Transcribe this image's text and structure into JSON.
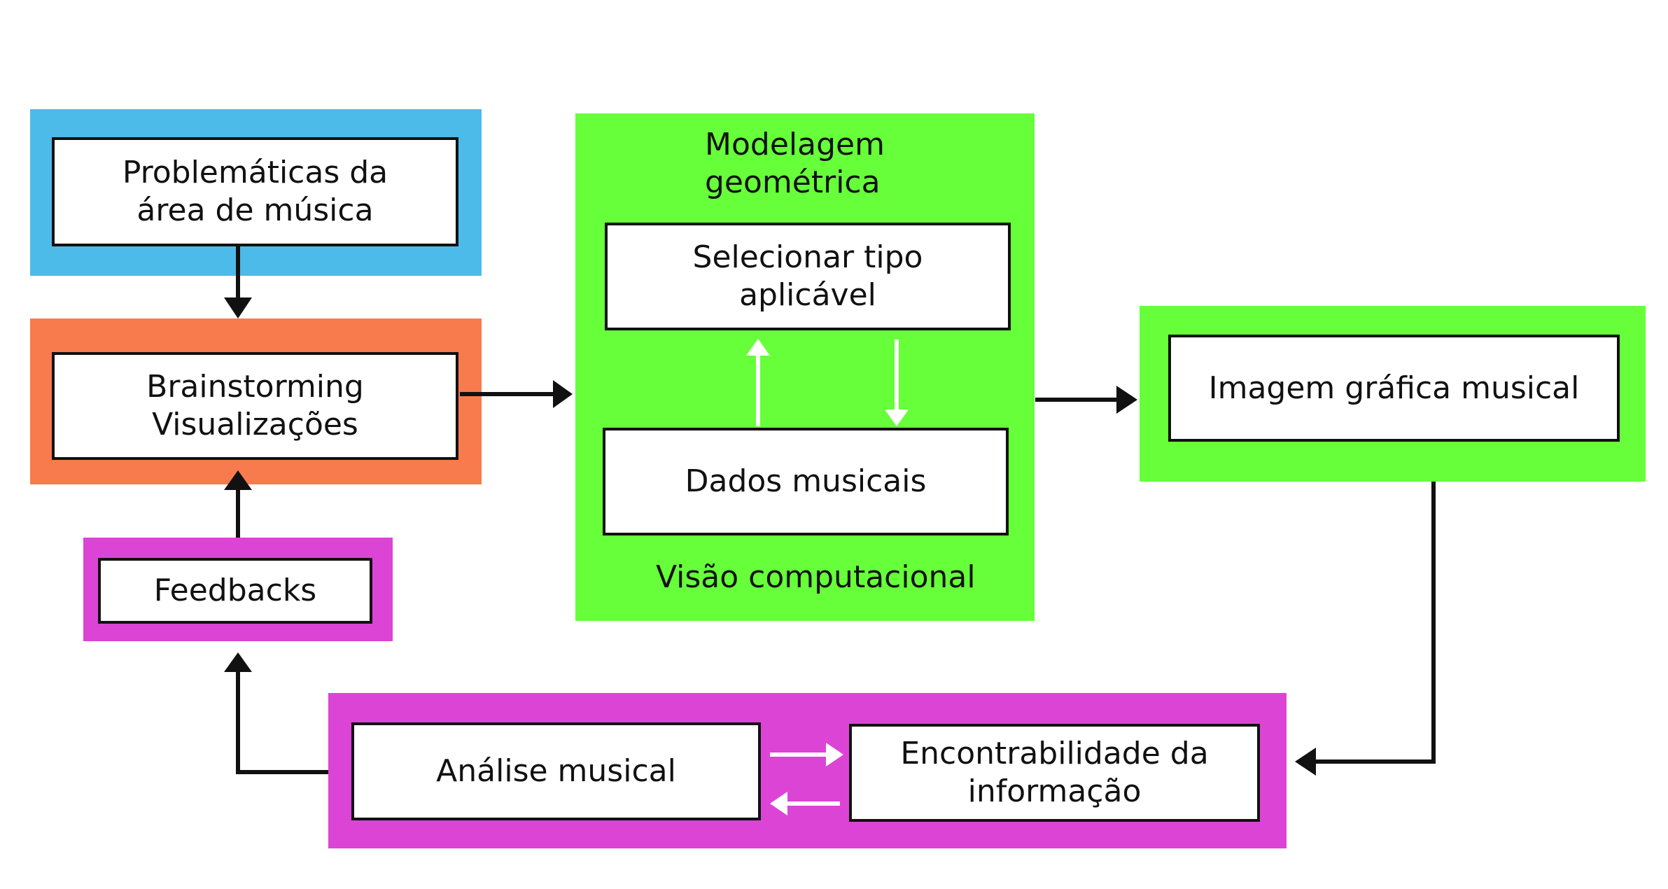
{
  "colors": {
    "blue": "#4cbbe9",
    "orange": "#f77b4d",
    "green": "#66ff3a",
    "magenta": "#dc44d6",
    "arrow_dark": "#111111",
    "arrow_light": "#ffffff"
  },
  "nodes": {
    "problematicas": {
      "line1": "Problemáticas da",
      "line2": "área de música"
    },
    "brainstorming": {
      "line1": "Brainstorming",
      "line2": "Visualizações"
    },
    "feedbacks": {
      "label": "Feedbacks"
    },
    "selecionar": {
      "line1": "Selecionar tipo",
      "line2": "aplicável"
    },
    "dados": {
      "label": "Dados musicais"
    },
    "imagem": {
      "label": "Imagem gráfica musical"
    },
    "analise": {
      "label": "Análise musical"
    },
    "encontrabilidade": {
      "line1": "Encontrabilidade da",
      "line2": "informação"
    }
  },
  "groups": {
    "modelagem": {
      "line1": "Modelagem",
      "line2": "geométrica"
    },
    "visao": {
      "label": "Visão computacional"
    }
  }
}
